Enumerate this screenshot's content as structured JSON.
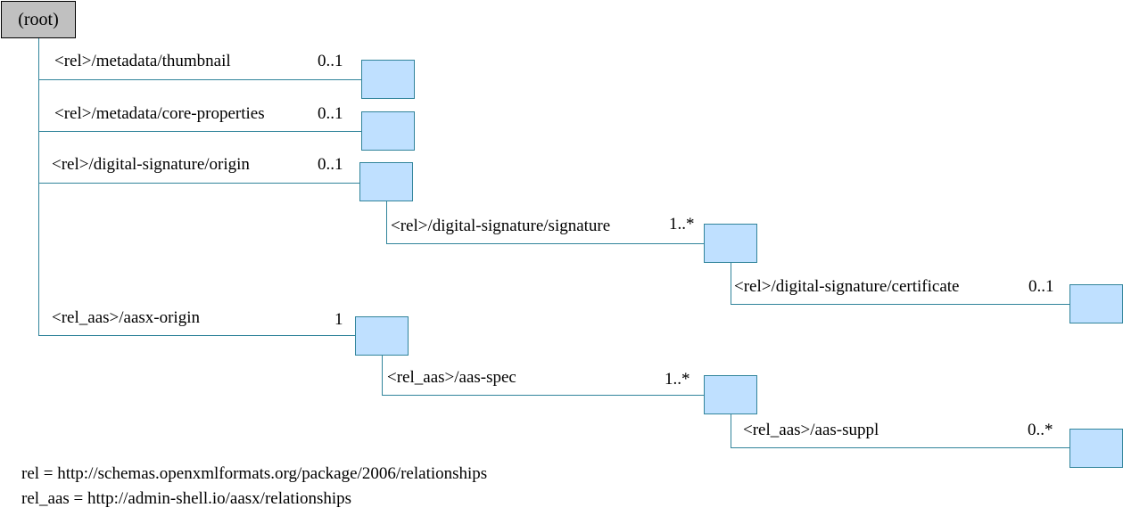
{
  "root": {
    "label": "(root)"
  },
  "colors": {
    "line": "#31849b",
    "node_fill": "#bfe0ff",
    "root_fill": "#c0c0c0"
  },
  "relations": [
    {
      "label": "<rel>/metadata/thumbnail",
      "cardinality": "0..1"
    },
    {
      "label": "<rel>/metadata/core-properties",
      "cardinality": "0..1"
    },
    {
      "label": "<rel>/digital-signature/origin",
      "cardinality": "0..1"
    },
    {
      "label": "<rel>/digital-signature/signature",
      "cardinality": "1..*"
    },
    {
      "label": "<rel>/digital-signature/certificate",
      "cardinality": "0..1"
    },
    {
      "label": "<rel_aas>/aasx-origin",
      "cardinality": "1"
    },
    {
      "label": "<rel_aas>/aas-spec",
      "cardinality": "1..*"
    },
    {
      "label": "<rel_aas>/aas-suppl",
      "cardinality": "0..*"
    }
  ],
  "legend": [
    "rel = http://schemas.openxmlformats.org/package/2006/relationships",
    "rel_aas = http://admin-shell.io/aasx/relationships"
  ]
}
